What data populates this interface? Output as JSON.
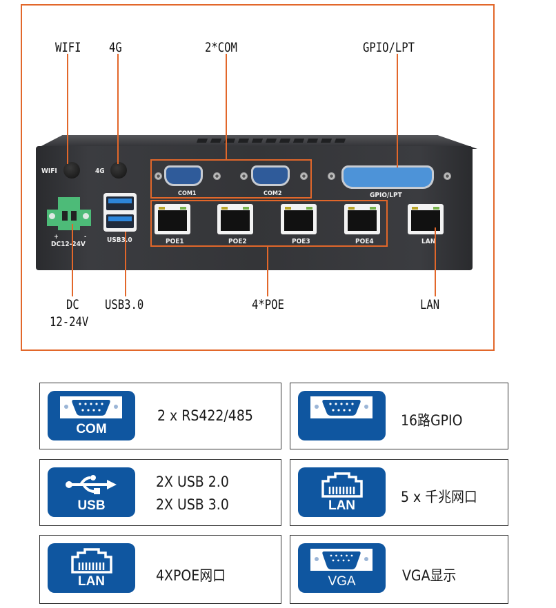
{
  "callouts": {
    "wifi": "WIFI",
    "fourg": "4G",
    "com": "2*COM",
    "gpio": "GPIO/LPT",
    "dc_line1": "DC",
    "dc_line2": "12-24V",
    "usb": "USB3.0",
    "poe": "4*POE",
    "lan": "LAN"
  },
  "device_labels": {
    "wifi": "WIFI",
    "fourg": "4G",
    "com1": "COM1",
    "com2": "COM2",
    "gpio": "GPIO/LPT",
    "dc_plus": "+",
    "dc_minus": "-",
    "dc": "DC12-24V",
    "usb": "USB3.0",
    "poe1": "POE1",
    "poe2": "POE2",
    "poe3": "POE3",
    "poe4": "POE4",
    "lan": "LAN"
  },
  "colors": {
    "accent_orange": "#e2672a",
    "badge_blue": "#0f56a0",
    "chassis": "#343538"
  },
  "features": [
    {
      "icon": "serial-port-icon",
      "badge_label": "COM",
      "text_lines": [
        "2 x RS422/485"
      ]
    },
    {
      "icon": "serial-port-icon",
      "badge_label": "",
      "text_lines": [
        "16路GPIO"
      ]
    },
    {
      "icon": "usb-icon",
      "badge_label": "USB",
      "text_lines": [
        "2X USB 2.0",
        "2X USB 3.0"
      ]
    },
    {
      "icon": "ethernet-port-icon",
      "badge_label": "LAN",
      "text_lines": [
        "5 x 千兆网口"
      ]
    },
    {
      "icon": "ethernet-port-icon",
      "badge_label": "LAN",
      "text_lines": [
        "4XPOE网口"
      ]
    },
    {
      "icon": "vga-port-icon",
      "badge_label": "VGA",
      "text_lines": [
        "VGA显示"
      ]
    }
  ]
}
